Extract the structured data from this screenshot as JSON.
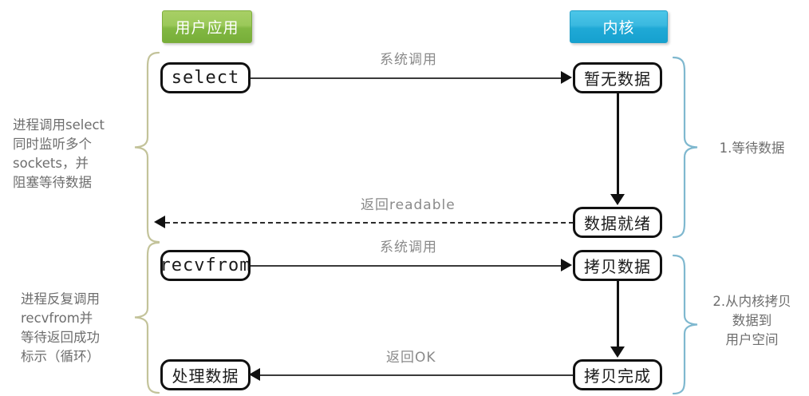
{
  "header": {
    "user_app_label": "用户应用",
    "kernel_label": "内核",
    "user_app_color": "#8cc04a",
    "kernel_color": "#27ace0"
  },
  "nodes": {
    "select": "select",
    "no_data": "暂无数据",
    "data_ready": "数据就绪",
    "recvfrom": "recvfrom",
    "copy_data": "拷贝数据",
    "process_data": "处理数据",
    "copy_done": "拷贝完成"
  },
  "captions": {
    "syscall_1": "系统调用",
    "return_readable": "返回readable",
    "syscall_2": "系统调用",
    "return_ok": "返回OK"
  },
  "annotations": {
    "select_desc": "进程调用select\n同时监听多个\nsockets，并\n阻塞等待数据",
    "recv_desc": "进程反复调用\nrecvfrom并\n等待返回成功\n标示（循环）",
    "wait_data": "1.等待数据",
    "copy_from_kernel": "2.从内核拷贝\n数据到\n用户空间"
  },
  "braces": {
    "left_color": "#c3c39a",
    "right_color": "#7fb8cf"
  }
}
